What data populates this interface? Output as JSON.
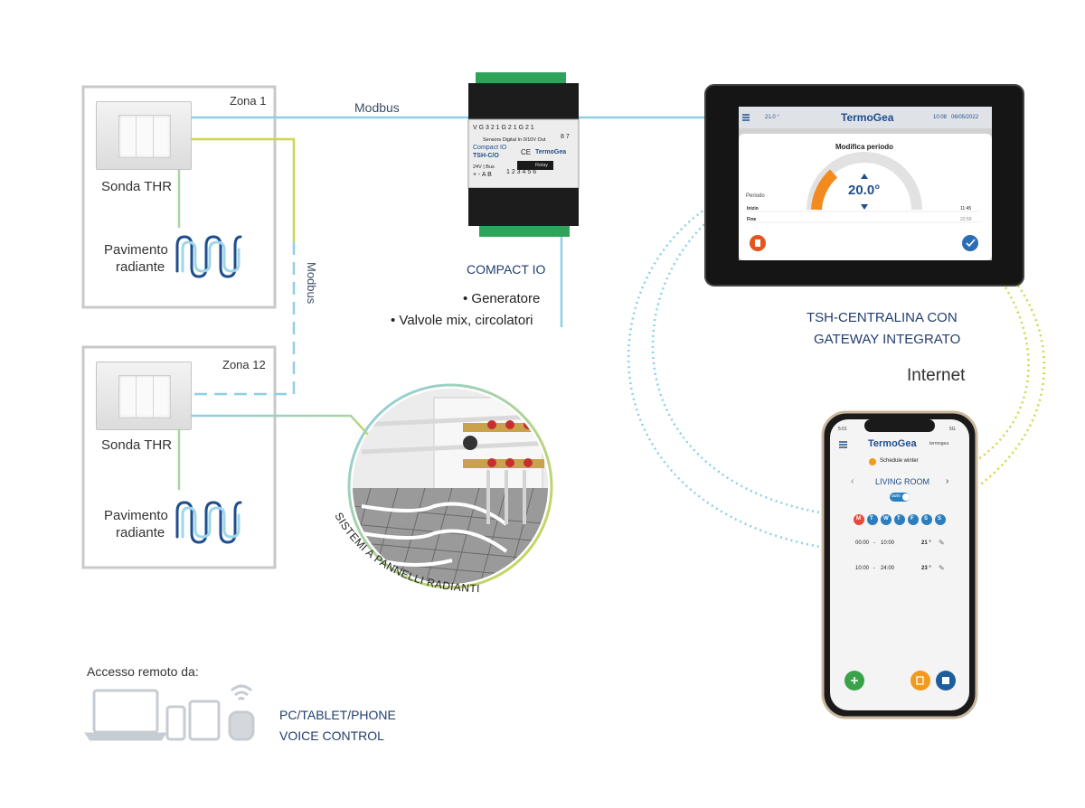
{
  "zones": {
    "zona1": {
      "title": "Zona 1",
      "sensor": "Sonda THR",
      "floor_line1": "Pavimento",
      "floor_line2": "radiante"
    },
    "zona12": {
      "title": "Zona 12",
      "sensor": "Sonda THR",
      "floor_line1": "Pavimento",
      "floor_line2": "radiante"
    }
  },
  "links": {
    "modbus_top": "Modbus",
    "modbus_vertical": "Modbus"
  },
  "compact_io": {
    "title": "COMPACT IO",
    "bullets": [
      "Generatore",
      "Valvole mix, circolatori"
    ],
    "device": {
      "terminals_top": "V G 3 2 1   G 2 1   G 2 1",
      "labels_top": "Sensors   Digital In   0/10V Out",
      "name1": "Compact IO",
      "name2": "TSH-C/O",
      "ce": "CE",
      "brand": "TermoGea",
      "power": "24V | Bus",
      "power_terms": "+ -  A B",
      "relay": "Relay",
      "relay_terms": "1 2   3 4   5 6",
      "side_terms": "8 7"
    }
  },
  "tablet": {
    "brand": "TermoGea",
    "temp_status": "21.0 °",
    "time": "10:08",
    "date": "06/05/2022",
    "modal_title": "Modifica periodo",
    "setpoint": "20.0°",
    "periodo_label": "Periodo",
    "inizio_label": "Inizio",
    "inizio_value": "11:45",
    "fine_label": "Fine",
    "fine_value": "22:59"
  },
  "gateway_label": {
    "line1": "TSH-CENTRALINA CON",
    "line2": "GATEWAY INTEGRATO"
  },
  "internet_label": "Internet",
  "phone": {
    "status_time": "5:01",
    "status_right": "5G",
    "brand": "TermoGea",
    "account": "termogea",
    "schedule": "Schedule winter",
    "room": "LIVING ROOM",
    "mode": "auto",
    "days": [
      "M",
      "T",
      "W",
      "T",
      "F",
      "S",
      "S"
    ],
    "rows": [
      {
        "from": "00:00",
        "dash": "-",
        "to": "10:00",
        "temp": "21 °"
      },
      {
        "from": "10:00",
        "dash": "-",
        "to": "24:00",
        "temp": "23 °"
      }
    ]
  },
  "radiant_label": "SISTEMI A PANNELLI RADIANTI",
  "remote": {
    "title": "Accesso remoto da:",
    "line1": "PC/TABLET/PHONE",
    "line2": "VOICE CONTROL"
  },
  "colors": {
    "wire_blue": "#8ecfe6",
    "wire_green": "#cfd64a",
    "coil_light": "#9fd6ea",
    "coil_dark": "#1f4e8c",
    "label_navy": "#223e6e",
    "connector_green": "#2fa35a",
    "delete_red": "#e4561f",
    "ok_blue": "#2a6db3",
    "gauge_orange": "#f28a1e"
  },
  "icons": [
    "menu-icon",
    "cloud-icon",
    "trash-icon",
    "check-icon",
    "plus-icon",
    "copy-icon",
    "save-icon",
    "chevron-left-icon",
    "chevron-right-icon",
    "laptop-icon",
    "phone-icon",
    "tablet-icon",
    "smart-speaker-icon",
    "wifi-icon",
    "pencil-icon"
  ]
}
